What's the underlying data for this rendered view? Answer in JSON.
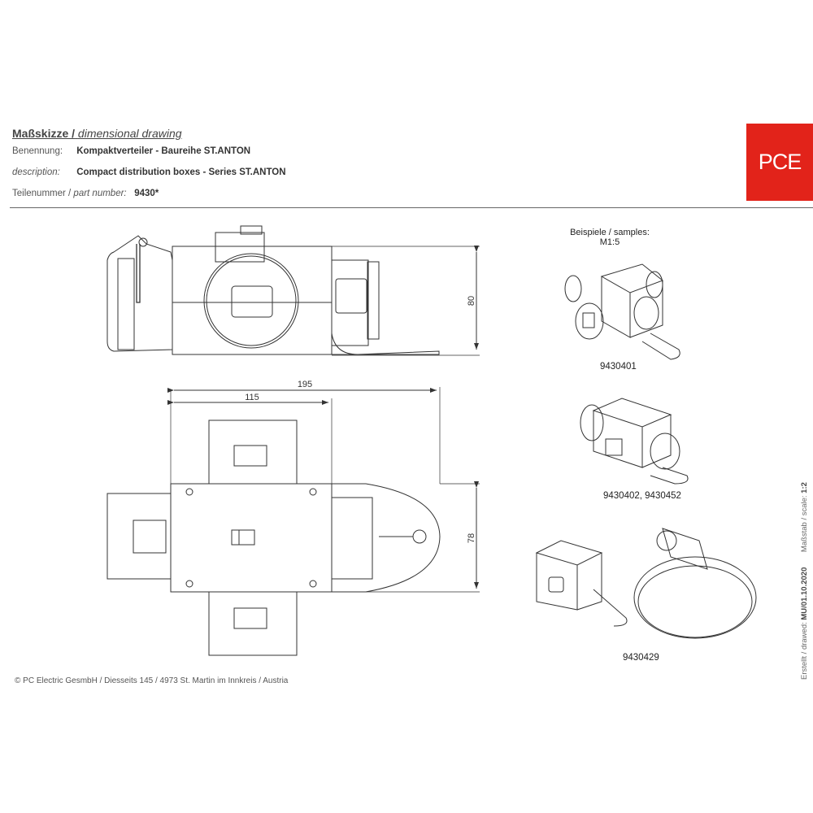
{
  "header": {
    "title_de": "Maßskizze /",
    "title_en": "dimensional drawing",
    "fields": [
      {
        "label": "Benennung:",
        "value": "Kompaktverteiler - Baureihe ST.ANTON"
      },
      {
        "label": "description:",
        "value": "Compact distribution boxes - Series ST.ANTON"
      },
      {
        "label_de": "Teilenummer /",
        "label_en": "part number:",
        "value": "9430*"
      }
    ]
  },
  "logo": {
    "text": "PCE",
    "color": "#e2231a"
  },
  "drawing": {
    "dimensions": {
      "height_side": "80",
      "total_length": "195",
      "body_length": "115",
      "width_top": "78"
    }
  },
  "samples": {
    "heading": "Beispiele / samples:",
    "scale": "M1:5",
    "items": [
      {
        "caption": "9430401"
      },
      {
        "caption": "9430402, 9430452"
      },
      {
        "caption": "9430429"
      }
    ]
  },
  "sidebar": {
    "drawn_label": "Erstellt / drawed:",
    "drawn_value": "MU/01.10.2020",
    "scale_label": "Maßstab / scale:",
    "scale_value": "1:2"
  },
  "footer": {
    "copyright": "© PC Electric GesmbH / Diesseits 145 / 4973 St. Martin im Innkreis / Austria"
  }
}
